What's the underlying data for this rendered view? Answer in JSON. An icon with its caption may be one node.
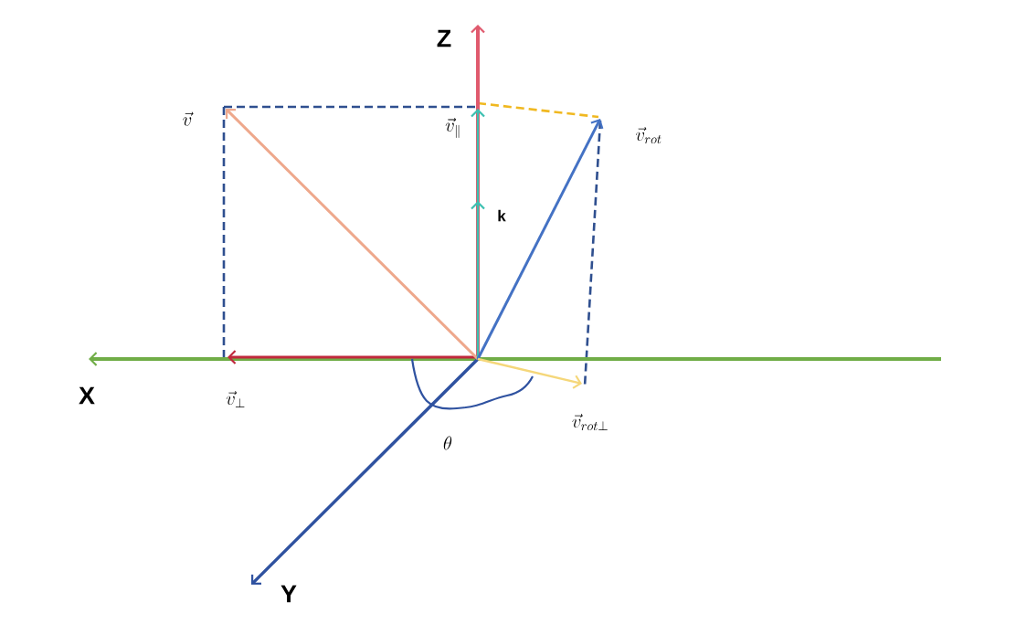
{
  "diagram": {
    "labels": [
      "Z",
      "\\vec{v}",
      "\\vec{v}_{\\parallel}",
      "\\vec{v}_{rot}",
      "k",
      "X",
      "\\vec{v}_{\\perp}",
      "\\vec{v}_{rot\\perp}",
      "\\theta",
      "Y"
    ]
  }
}
